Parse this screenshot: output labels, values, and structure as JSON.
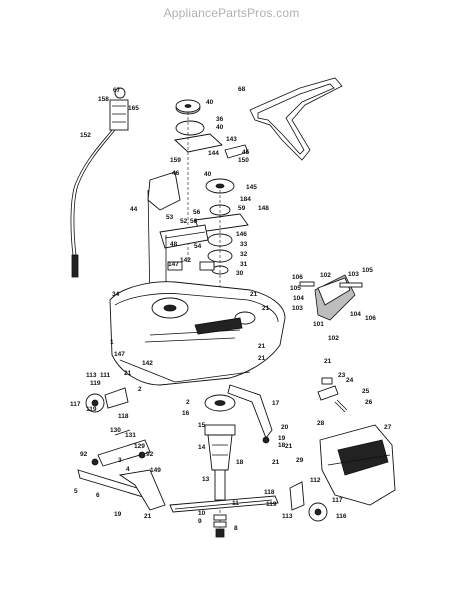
{
  "watermark": "AppliancePartsPros.com",
  "labels": [
    {
      "id": "l67",
      "text": "67"
    },
    {
      "id": "l158",
      "text": "158"
    },
    {
      "id": "l165",
      "text": "165"
    },
    {
      "id": "l152",
      "text": "152"
    },
    {
      "id": "l40a",
      "text": "40"
    },
    {
      "id": "l36",
      "text": "36"
    },
    {
      "id": "l40b",
      "text": "40"
    },
    {
      "id": "l144",
      "text": "144"
    },
    {
      "id": "l143",
      "text": "143"
    },
    {
      "id": "l45",
      "text": "45"
    },
    {
      "id": "l150",
      "text": "150"
    },
    {
      "id": "l159",
      "text": "159"
    },
    {
      "id": "l40c",
      "text": "40"
    },
    {
      "id": "l68",
      "text": "68"
    },
    {
      "id": "l46",
      "text": "46"
    },
    {
      "id": "l145",
      "text": "145"
    },
    {
      "id": "l184",
      "text": "184"
    },
    {
      "id": "l44",
      "text": "44"
    },
    {
      "id": "l59",
      "text": "59"
    },
    {
      "id": "l148",
      "text": "148"
    },
    {
      "id": "l56a",
      "text": "56"
    },
    {
      "id": "l56b",
      "text": "56"
    },
    {
      "id": "l53",
      "text": "53"
    },
    {
      "id": "l52",
      "text": "52"
    },
    {
      "id": "l146",
      "text": "146"
    },
    {
      "id": "l48",
      "text": "48"
    },
    {
      "id": "l54",
      "text": "54"
    },
    {
      "id": "l33",
      "text": "33"
    },
    {
      "id": "l32",
      "text": "32"
    },
    {
      "id": "l147a",
      "text": "147"
    },
    {
      "id": "l142a",
      "text": "142"
    },
    {
      "id": "l31",
      "text": "31"
    },
    {
      "id": "l30",
      "text": "30"
    },
    {
      "id": "l106a",
      "text": "106"
    },
    {
      "id": "l102a",
      "text": "102"
    },
    {
      "id": "l103a",
      "text": "103"
    },
    {
      "id": "l105a",
      "text": "105"
    },
    {
      "id": "l105b",
      "text": "105"
    },
    {
      "id": "l104a",
      "text": "104"
    },
    {
      "id": "l103b",
      "text": "103"
    },
    {
      "id": "l104b",
      "text": "104"
    },
    {
      "id": "l106b",
      "text": "106"
    },
    {
      "id": "l101",
      "text": "101"
    },
    {
      "id": "l102b",
      "text": "102"
    },
    {
      "id": "l34",
      "text": "34"
    },
    {
      "id": "l21a",
      "text": "21"
    },
    {
      "id": "l21b",
      "text": "21"
    },
    {
      "id": "l1",
      "text": "1"
    },
    {
      "id": "l147b",
      "text": "147"
    },
    {
      "id": "l142b",
      "text": "142"
    },
    {
      "id": "l21c",
      "text": "21"
    },
    {
      "id": "l21d",
      "text": "21"
    },
    {
      "id": "l21e",
      "text": "21"
    },
    {
      "id": "l23",
      "text": "23"
    },
    {
      "id": "l24",
      "text": "24"
    },
    {
      "id": "l25",
      "text": "25"
    },
    {
      "id": "l26",
      "text": "26"
    },
    {
      "id": "l113a",
      "text": "113"
    },
    {
      "id": "l111",
      "text": "111"
    },
    {
      "id": "l21f",
      "text": "21"
    },
    {
      "id": "l119a",
      "text": "119"
    },
    {
      "id": "l2a",
      "text": "2"
    },
    {
      "id": "l117a",
      "text": "117"
    },
    {
      "id": "l119b",
      "text": "119"
    },
    {
      "id": "l118a",
      "text": "118"
    },
    {
      "id": "l2b",
      "text": "2"
    },
    {
      "id": "l16",
      "text": "16"
    },
    {
      "id": "l17",
      "text": "17"
    },
    {
      "id": "l20",
      "text": "20"
    },
    {
      "id": "l28",
      "text": "28"
    },
    {
      "id": "l27",
      "text": "27"
    },
    {
      "id": "l15",
      "text": "15"
    },
    {
      "id": "l19a",
      "text": "19"
    },
    {
      "id": "l18a",
      "text": "18"
    },
    {
      "id": "l130",
      "text": "130"
    },
    {
      "id": "l131",
      "text": "131"
    },
    {
      "id": "l129",
      "text": "129"
    },
    {
      "id": "l92a",
      "text": "92"
    },
    {
      "id": "l92b",
      "text": "92"
    },
    {
      "id": "l3",
      "text": "3"
    },
    {
      "id": "l14",
      "text": "14"
    },
    {
      "id": "l18b",
      "text": "18"
    },
    {
      "id": "l29",
      "text": "29"
    },
    {
      "id": "l21g",
      "text": "21"
    },
    {
      "id": "l21h",
      "text": "21"
    },
    {
      "id": "l4",
      "text": "4"
    },
    {
      "id": "l149",
      "text": "149"
    },
    {
      "id": "l5",
      "text": "5"
    },
    {
      "id": "l6",
      "text": "6"
    },
    {
      "id": "l13",
      "text": "13"
    },
    {
      "id": "l118b",
      "text": "118"
    },
    {
      "id": "l112",
      "text": "112"
    },
    {
      "id": "l11",
      "text": "11"
    },
    {
      "id": "l117b",
      "text": "117"
    },
    {
      "id": "l119c",
      "text": "119"
    },
    {
      "id": "l19b",
      "text": "19"
    },
    {
      "id": "l21i",
      "text": "21"
    },
    {
      "id": "l10",
      "text": "10"
    },
    {
      "id": "l9",
      "text": "9"
    },
    {
      "id": "l8",
      "text": "8"
    },
    {
      "id": "l113b",
      "text": "113"
    },
    {
      "id": "l116",
      "text": "116"
    }
  ]
}
